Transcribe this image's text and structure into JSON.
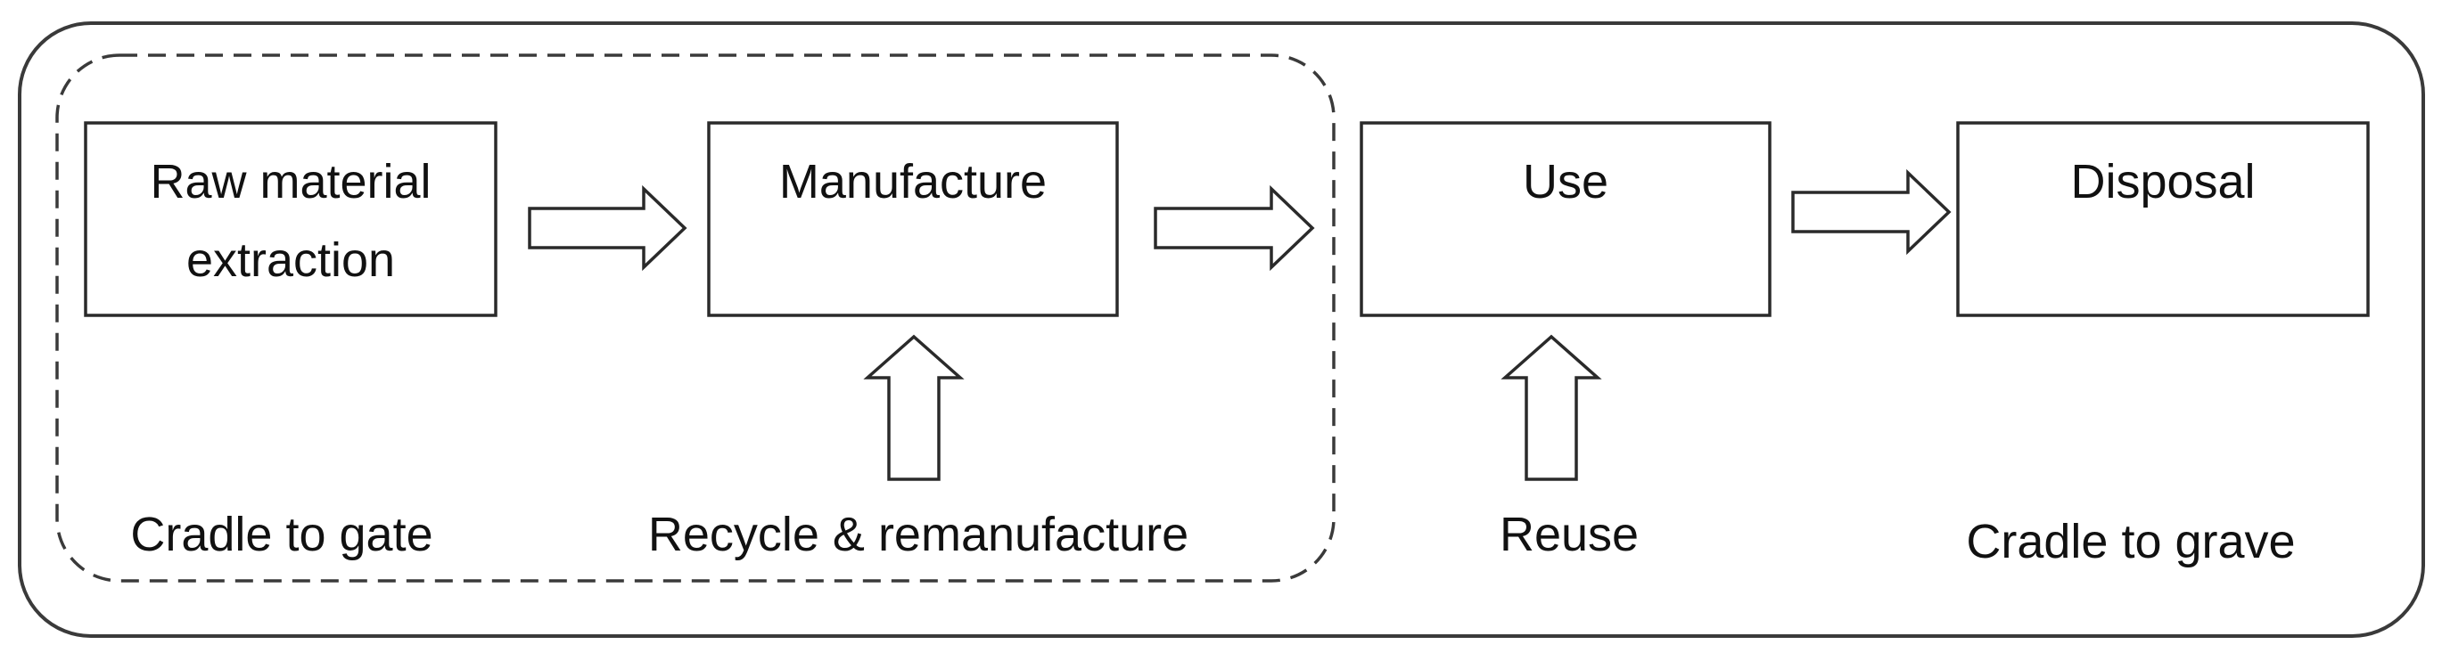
{
  "stages": [
    {
      "id": "raw-material-extraction",
      "label": "Raw material\nextraction"
    },
    {
      "id": "manufacture",
      "label": "Manufacture"
    },
    {
      "id": "use",
      "label": "Use"
    },
    {
      "id": "disposal",
      "label": "Disposal"
    }
  ],
  "captions": {
    "cradle_to_gate": "Cradle to gate",
    "recycle": "Recycle & remanufacture",
    "reuse": "Reuse",
    "cradle_to_grave": "Cradle to grave"
  },
  "colors": {
    "stroke": "#3a3a3a",
    "text": "#111111",
    "background": "#ffffff"
  }
}
